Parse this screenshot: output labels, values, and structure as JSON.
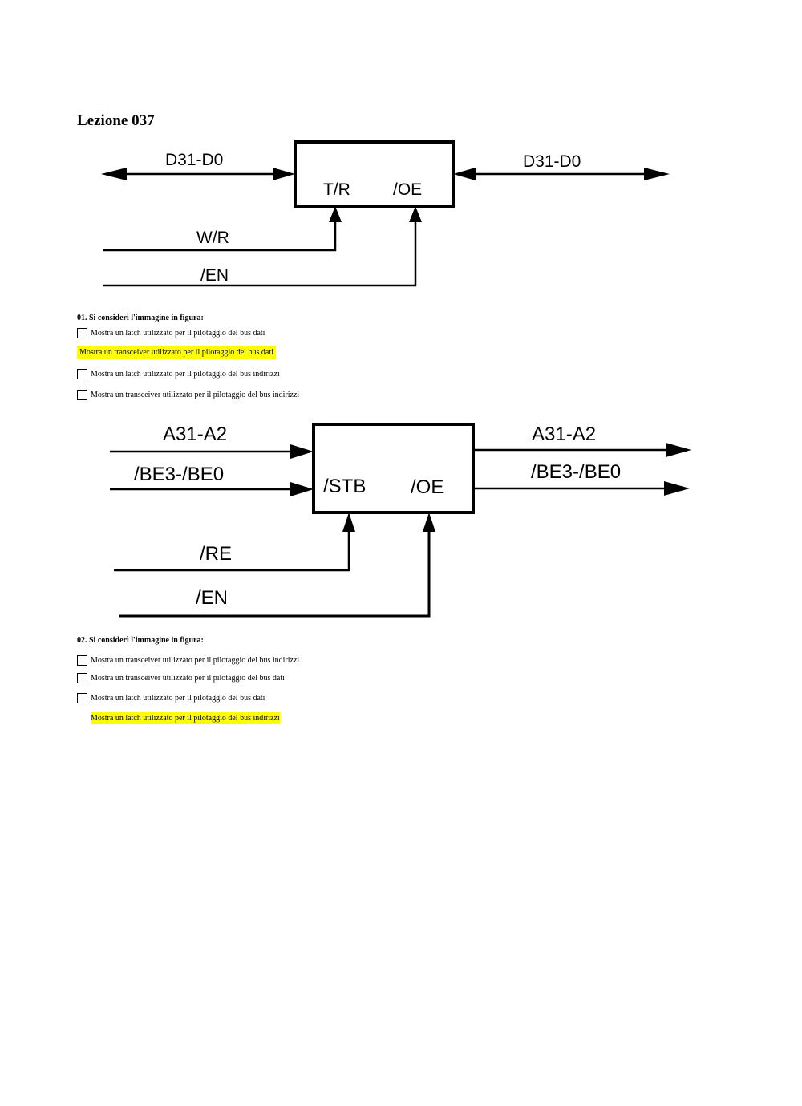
{
  "lesson_title": "Lezione 037",
  "figure1": {
    "left_bus": "D31-D0",
    "right_bus": "D31-D0",
    "pin_tr": "T/R",
    "pin_oe": "/OE",
    "sig_wr": "W/R",
    "sig_en": "/EN"
  },
  "figure2": {
    "in_addr": "A31-A2",
    "in_be": "/BE3-/BE0",
    "out_addr": "A31-A2",
    "out_be": "/BE3-/BE0",
    "pin_stb": "/STB",
    "pin_oe": "/OE",
    "sig_re": "/RE",
    "sig_en": "/EN"
  },
  "q1": {
    "title": "01.  Si  considerì l'immagine in figura:",
    "options": [
      {
        "text": "Mostra un latch utilizzato per il pilotaggio del bus dati",
        "highlighted": false
      },
      {
        "text": "Mostra un transceiver utilizzato per il pilotaggio del bus dati",
        "highlighted": true
      },
      {
        "text": "Mostra un latch utilizzato per il pilotaggio del bus indirizzi",
        "highlighted": false
      },
      {
        "text": "Mostra un transceiver utilizzato per il pilotaggio del bus indirizzi",
        "highlighted": false
      }
    ]
  },
  "q2": {
    "title": "02. Si considerì l'immagine in figura:",
    "options": [
      {
        "text": "Mostra un transceiver utilizzato per il pilotaggio del bus indirizzi",
        "highlighted": false
      },
      {
        "text": "Mostra un transceiver utilizzato per il pilotaggio del bus dati",
        "highlighted": false
      },
      {
        "text": "Mostra un latch utilizzato per il pilotaggio del bus dati",
        "highlighted": false
      },
      {
        "text": "Mostra un latch utilizzato per il pilotaggio del bus indirizzi",
        "highlighted": true
      }
    ]
  },
  "colors": {
    "highlight": "#ffff00"
  }
}
